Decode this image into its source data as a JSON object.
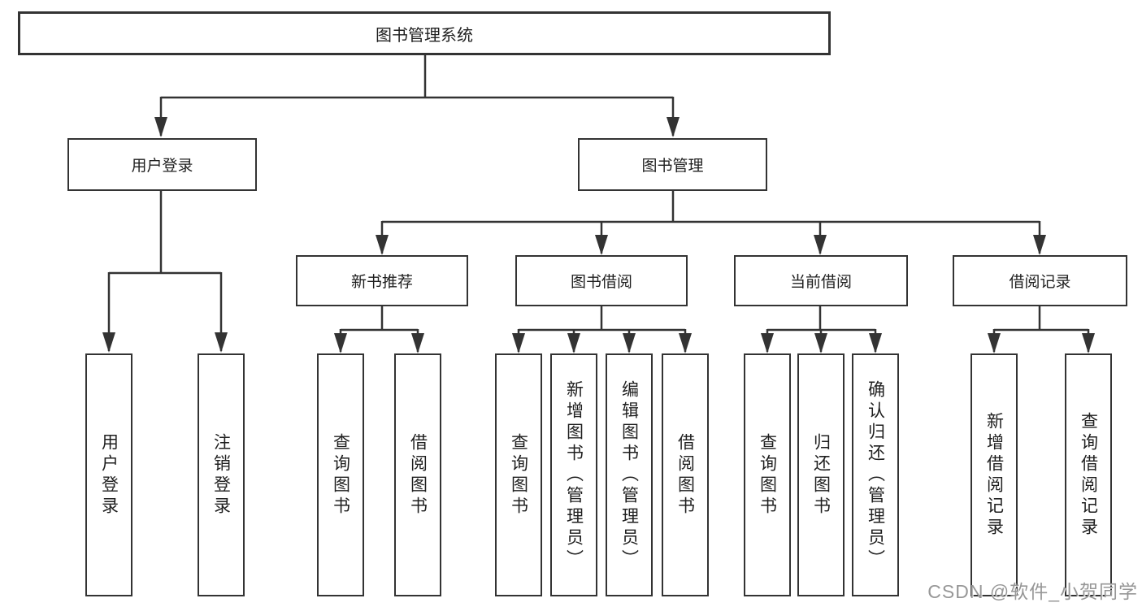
{
  "diagram_type": "functional-structure-tree",
  "watermark": "CSDN @软件_小贺同学",
  "colors": {
    "line": "#333333",
    "text": "#1f1f1f",
    "background": "#ffffff",
    "watermark": "#979797"
  },
  "tree": {
    "label": "图书管理系统",
    "children": [
      {
        "label": "用户登录",
        "children": [
          {
            "label": "用户登录"
          },
          {
            "label": "注销登录"
          }
        ]
      },
      {
        "label": "图书管理",
        "children": [
          {
            "label": "新书推荐",
            "children": [
              {
                "label": "查询图书"
              },
              {
                "label": "借阅图书"
              }
            ]
          },
          {
            "label": "图书借阅",
            "children": [
              {
                "label": "查询图书"
              },
              {
                "label": "新增图书（管理员）"
              },
              {
                "label": "编辑图书（管理员）"
              },
              {
                "label": "借阅图书"
              }
            ]
          },
          {
            "label": "当前借阅",
            "children": [
              {
                "label": "查询图书"
              },
              {
                "label": "归还图书"
              },
              {
                "label": "确认归还（管理员）"
              }
            ]
          },
          {
            "label": "借阅记录",
            "children": [
              {
                "label": "新增借阅记录"
              },
              {
                "label": "查询借阅记录"
              }
            ]
          }
        ]
      }
    ]
  }
}
